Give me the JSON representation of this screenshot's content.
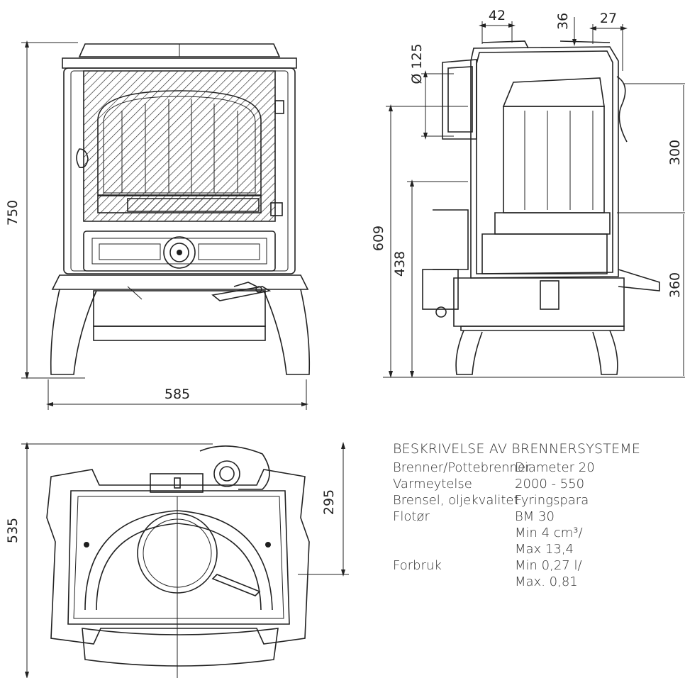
{
  "dimensions": {
    "front_height": "750",
    "front_width": "585",
    "side_top_a": "42",
    "side_top_b": "36",
    "side_top_c": "27",
    "flue_diameter": "Ø 125",
    "side_h_outer": "609",
    "side_h_inner": "438",
    "side_right_upper": "300",
    "side_right_lower": "360",
    "top_depth": "535",
    "top_offset": "295"
  },
  "spec": {
    "title": "BESKRIVELSE AV BRENNERSYSTEME",
    "rows": [
      {
        "label": "Brenner/Pottebrenner",
        "value": "Diameter 20"
      },
      {
        "label": "Varmeytelse",
        "value": "2000 - 550"
      },
      {
        "label": "Brensel, oljekvalitet",
        "value": "Fyringspara"
      },
      {
        "label": "Flotør",
        "value": "BM 30"
      },
      {
        "label": "",
        "value": "Min 4 cm³/"
      },
      {
        "label": "",
        "value": "Max 13,4"
      },
      {
        "label": "Forbruk",
        "value": "Min 0,27 l/"
      },
      {
        "label": "",
        "value": "Max. 0,81"
      }
    ]
  },
  "colors": {
    "ink": "#222222",
    "background": "#ffffff"
  }
}
